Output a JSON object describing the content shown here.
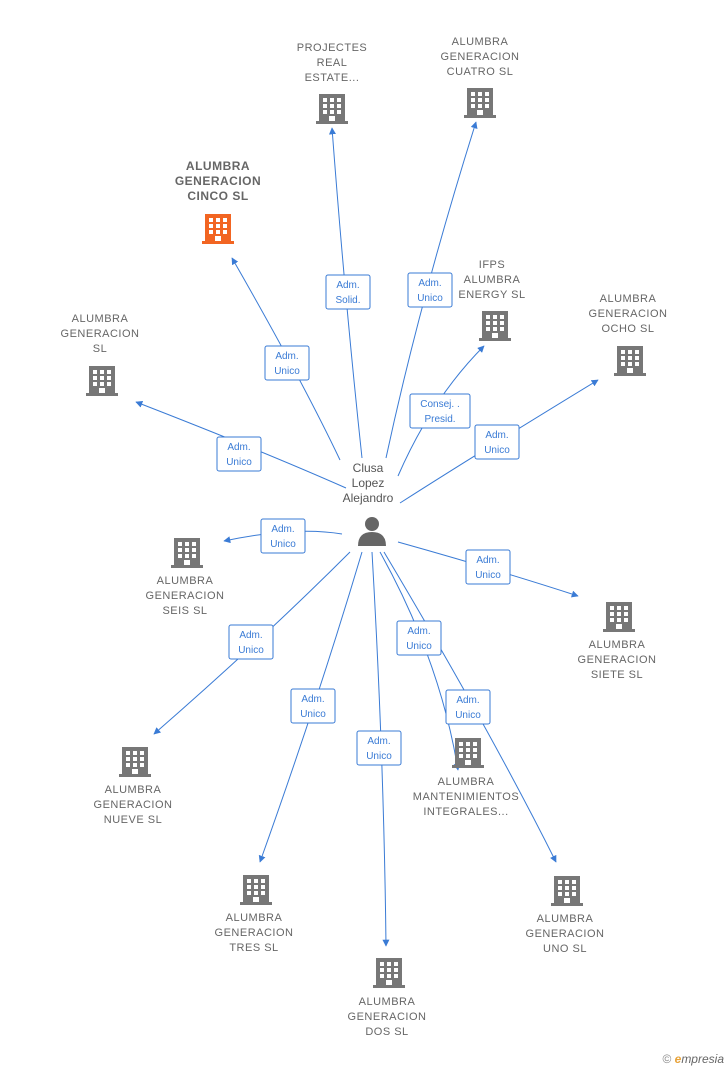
{
  "center": {
    "name_lines": [
      "Clusa",
      "Lopez",
      "Alejandro"
    ],
    "icon": "person-icon"
  },
  "colors": {
    "edge": "#3a7bd5",
    "company_default": "#777777",
    "company_highlight": "#f26522"
  },
  "companies": [
    {
      "id": "projectes",
      "lines": [
        "PROJECTES",
        "REAL",
        "ESTATE..."
      ],
      "role_lines": [
        "Adm.",
        "Solid."
      ],
      "highlight": false
    },
    {
      "id": "cuatro",
      "lines": [
        "ALUMBRA",
        "GENERACION",
        "CUATRO  SL"
      ],
      "role_lines": [
        "Adm.",
        "Unico"
      ],
      "highlight": false
    },
    {
      "id": "cinco",
      "lines": [
        "ALUMBRA",
        "GENERACION",
        "CINCO  SL"
      ],
      "role_lines": [
        "Adm.",
        "Unico"
      ],
      "highlight": true
    },
    {
      "id": "ifps",
      "lines": [
        "IFPS",
        "ALUMBRA",
        "ENERGY  SL"
      ],
      "role_lines": [
        "Consej. .",
        "Presid."
      ],
      "highlight": false
    },
    {
      "id": "ocho",
      "lines": [
        "ALUMBRA",
        "GENERACION",
        "OCHO  SL"
      ],
      "role_lines": [
        "Adm.",
        "Unico"
      ],
      "highlight": false
    },
    {
      "id": "sl",
      "lines": [
        "ALUMBRA",
        "GENERACION",
        "SL"
      ],
      "role_lines": [
        "Adm.",
        "Unico"
      ],
      "highlight": false
    },
    {
      "id": "seis",
      "lines": [
        "ALUMBRA",
        "GENERACION",
        "SEIS  SL"
      ],
      "role_lines": [
        "Adm.",
        "Unico"
      ],
      "highlight": false
    },
    {
      "id": "siete",
      "lines": [
        "ALUMBRA",
        "GENERACION",
        "SIETE  SL"
      ],
      "role_lines": [
        "Adm.",
        "Unico"
      ],
      "highlight": false
    },
    {
      "id": "nueve",
      "lines": [
        "ALUMBRA",
        "GENERACION",
        "NUEVE  SL"
      ],
      "role_lines": [
        "Adm.",
        "Unico"
      ],
      "highlight": false
    },
    {
      "id": "mantenimientos",
      "lines": [
        "ALUMBRA",
        "MANTENIMIENTOS",
        "INTEGRALES..."
      ],
      "role_lines": [
        "Adm.",
        "Unico"
      ],
      "highlight": false
    },
    {
      "id": "uno",
      "lines": [
        "ALUMBRA",
        "GENERACION",
        "UNO  SL"
      ],
      "role_lines": [
        "Adm.",
        "Unico"
      ],
      "highlight": false
    },
    {
      "id": "tres",
      "lines": [
        "ALUMBRA",
        "GENERACION",
        "TRES  SL"
      ],
      "role_lines": [
        "Adm.",
        "Unico"
      ],
      "highlight": false
    },
    {
      "id": "dos",
      "lines": [
        "ALUMBRA",
        "GENERACION",
        "DOS  SL"
      ],
      "role_lines": [
        "Adm.",
        "Unico"
      ],
      "highlight": false
    }
  ],
  "footer": {
    "copyright": "©",
    "brand_initial": "e",
    "brand_rest": "mpresia"
  }
}
